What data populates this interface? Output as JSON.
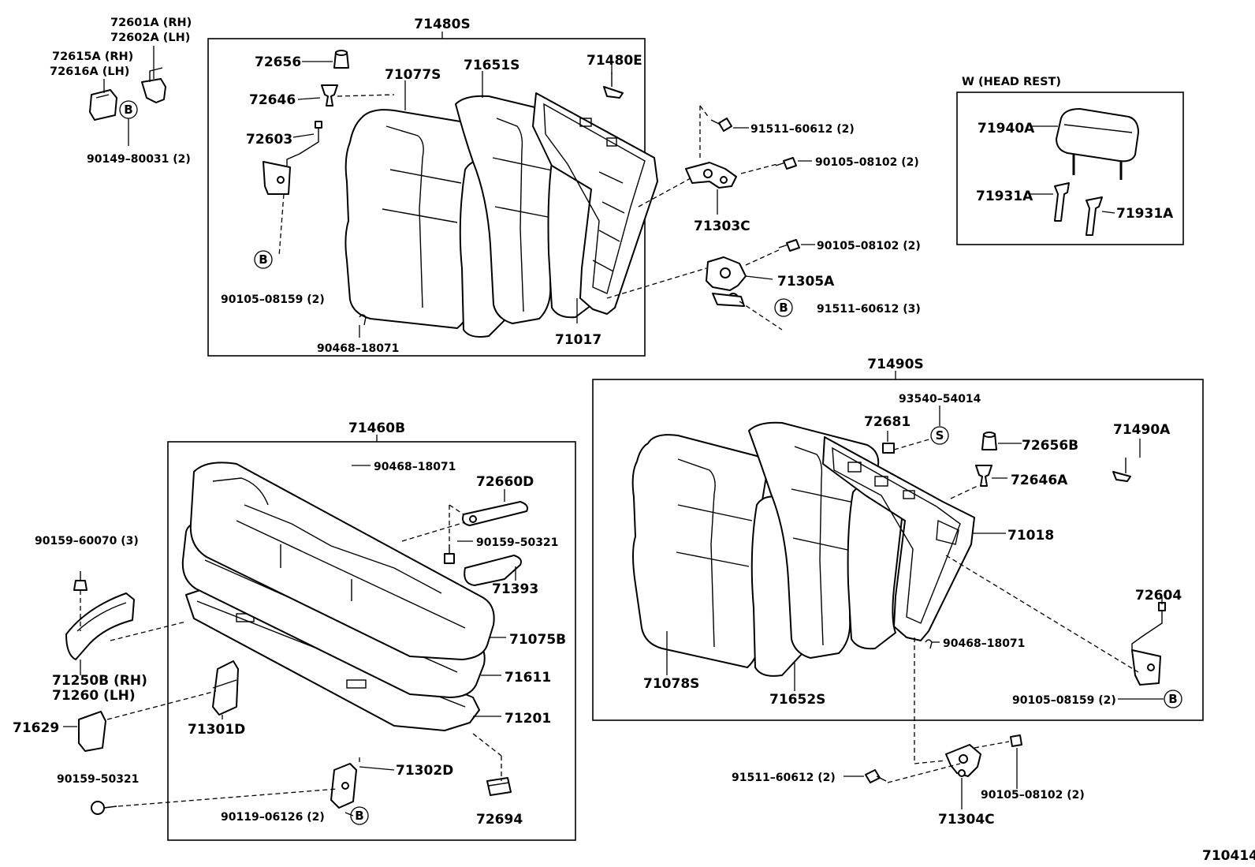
{
  "diagram_id": "710414",
  "headrest_title": "W (HEAD REST)",
  "groups": {
    "g71480S": "71480S",
    "g71490S": "71490S",
    "g71460B": "71460B"
  },
  "labels": {
    "p72601A": "72601A (RH)",
    "p72602A": "72602A (LH)",
    "p72615A": "72615A (RH)",
    "p72616A": "72616A (LH)",
    "p90149_80031": "90149–80031 (2)",
    "p72656": "72656",
    "p72646": "72646",
    "p72603": "72603",
    "p71077S": "71077S",
    "p71651S": "71651S",
    "p71480E": "71480E",
    "p90105_08159_top": "90105–08159 (2)",
    "p90468_18071_top": "90468–18071",
    "p71017": "71017",
    "p91511_60612_2a": "91511–60612 (2)",
    "p90105_08102_2a": "90105–08102 (2)",
    "p71303C": "71303C",
    "p90105_08102_2b": "90105–08102 (2)",
    "p71305A": "71305A",
    "p91511_60612_3": "91511–60612 (3)",
    "p71940A": "71940A",
    "p71931A_l": "71931A",
    "p71931A_r": "71931A",
    "p93540_54014": "93540–54014",
    "p72681": "72681",
    "p72656B": "72656B",
    "p71490A": "71490A",
    "p72646A": "72646A",
    "p71018": "71018",
    "p90468_18071_right": "90468–18071",
    "p72604": "72604",
    "p71078S": "71078S",
    "p71652S": "71652S",
    "p90105_08159_right": "90105–08159 (2)",
    "p91511_60612_2b": "91511–60612 (2)",
    "p90105_08102_2c": "90105–08102 (2)",
    "p71304C": "71304C",
    "p90468_18071_bot": "90468–18071",
    "p72660D": "72660D",
    "p90159_50321_in": "90159–50321",
    "p71393": "71393",
    "p71075B": "71075B",
    "p71611": "71611",
    "p71201": "71201",
    "p71302D": "71302D",
    "p90119_06126": "90119–06126 (2)",
    "p72694": "72694",
    "p71301D": "71301D",
    "p90159_60070": "90159–60070 (3)",
    "p71250B": "71250B (RH)",
    "p71260": "71260    (LH)",
    "p71629": "71629",
    "p90159_50321_out": "90159–50321"
  },
  "callouts": {
    "B": "B",
    "S": "S"
  }
}
